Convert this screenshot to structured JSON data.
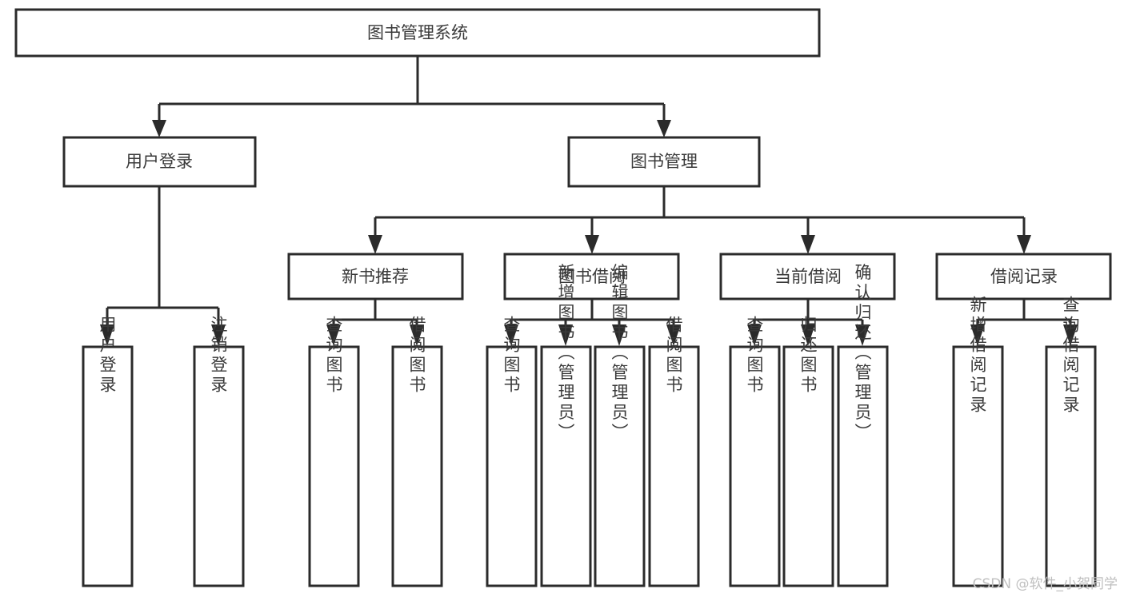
{
  "diagram": {
    "title": "图书管理系统",
    "type": "tree-hierarchy-diagram",
    "colors": {
      "stroke": "#2b2b2b",
      "fill": "#ffffff",
      "text": "#3a3a3a",
      "watermark": "#bfbfbf",
      "background": "#ffffff"
    },
    "root": {
      "label": "图书管理系统"
    },
    "level1": [
      {
        "label": "用户登录"
      },
      {
        "label": "图书管理"
      }
    ],
    "level2": [
      {
        "label": "新书推荐"
      },
      {
        "label": "图书借阅"
      },
      {
        "label": "当前借阅"
      },
      {
        "label": "借阅记录"
      }
    ],
    "leaves": {
      "user_login": [
        {
          "label": "用户登录"
        },
        {
          "label": "注销登录"
        }
      ],
      "new_book_recommend": [
        {
          "label": "查询图书"
        },
        {
          "label": "借阅图书"
        }
      ],
      "book_borrow": [
        {
          "label": "查询图书"
        },
        {
          "label": "新增图书（管理员）"
        },
        {
          "label": "编辑图书（管理员）"
        },
        {
          "label": "借阅图书"
        }
      ],
      "current_borrow": [
        {
          "label": "查询图书"
        },
        {
          "label": "归还图书"
        },
        {
          "label": "确认归还（管理员）"
        }
      ],
      "borrow_record": [
        {
          "label": "新增借阅记录"
        },
        {
          "label": "查询借阅记录"
        }
      ]
    }
  },
  "watermark": {
    "text": "CSDN @软件_小贺同学"
  }
}
